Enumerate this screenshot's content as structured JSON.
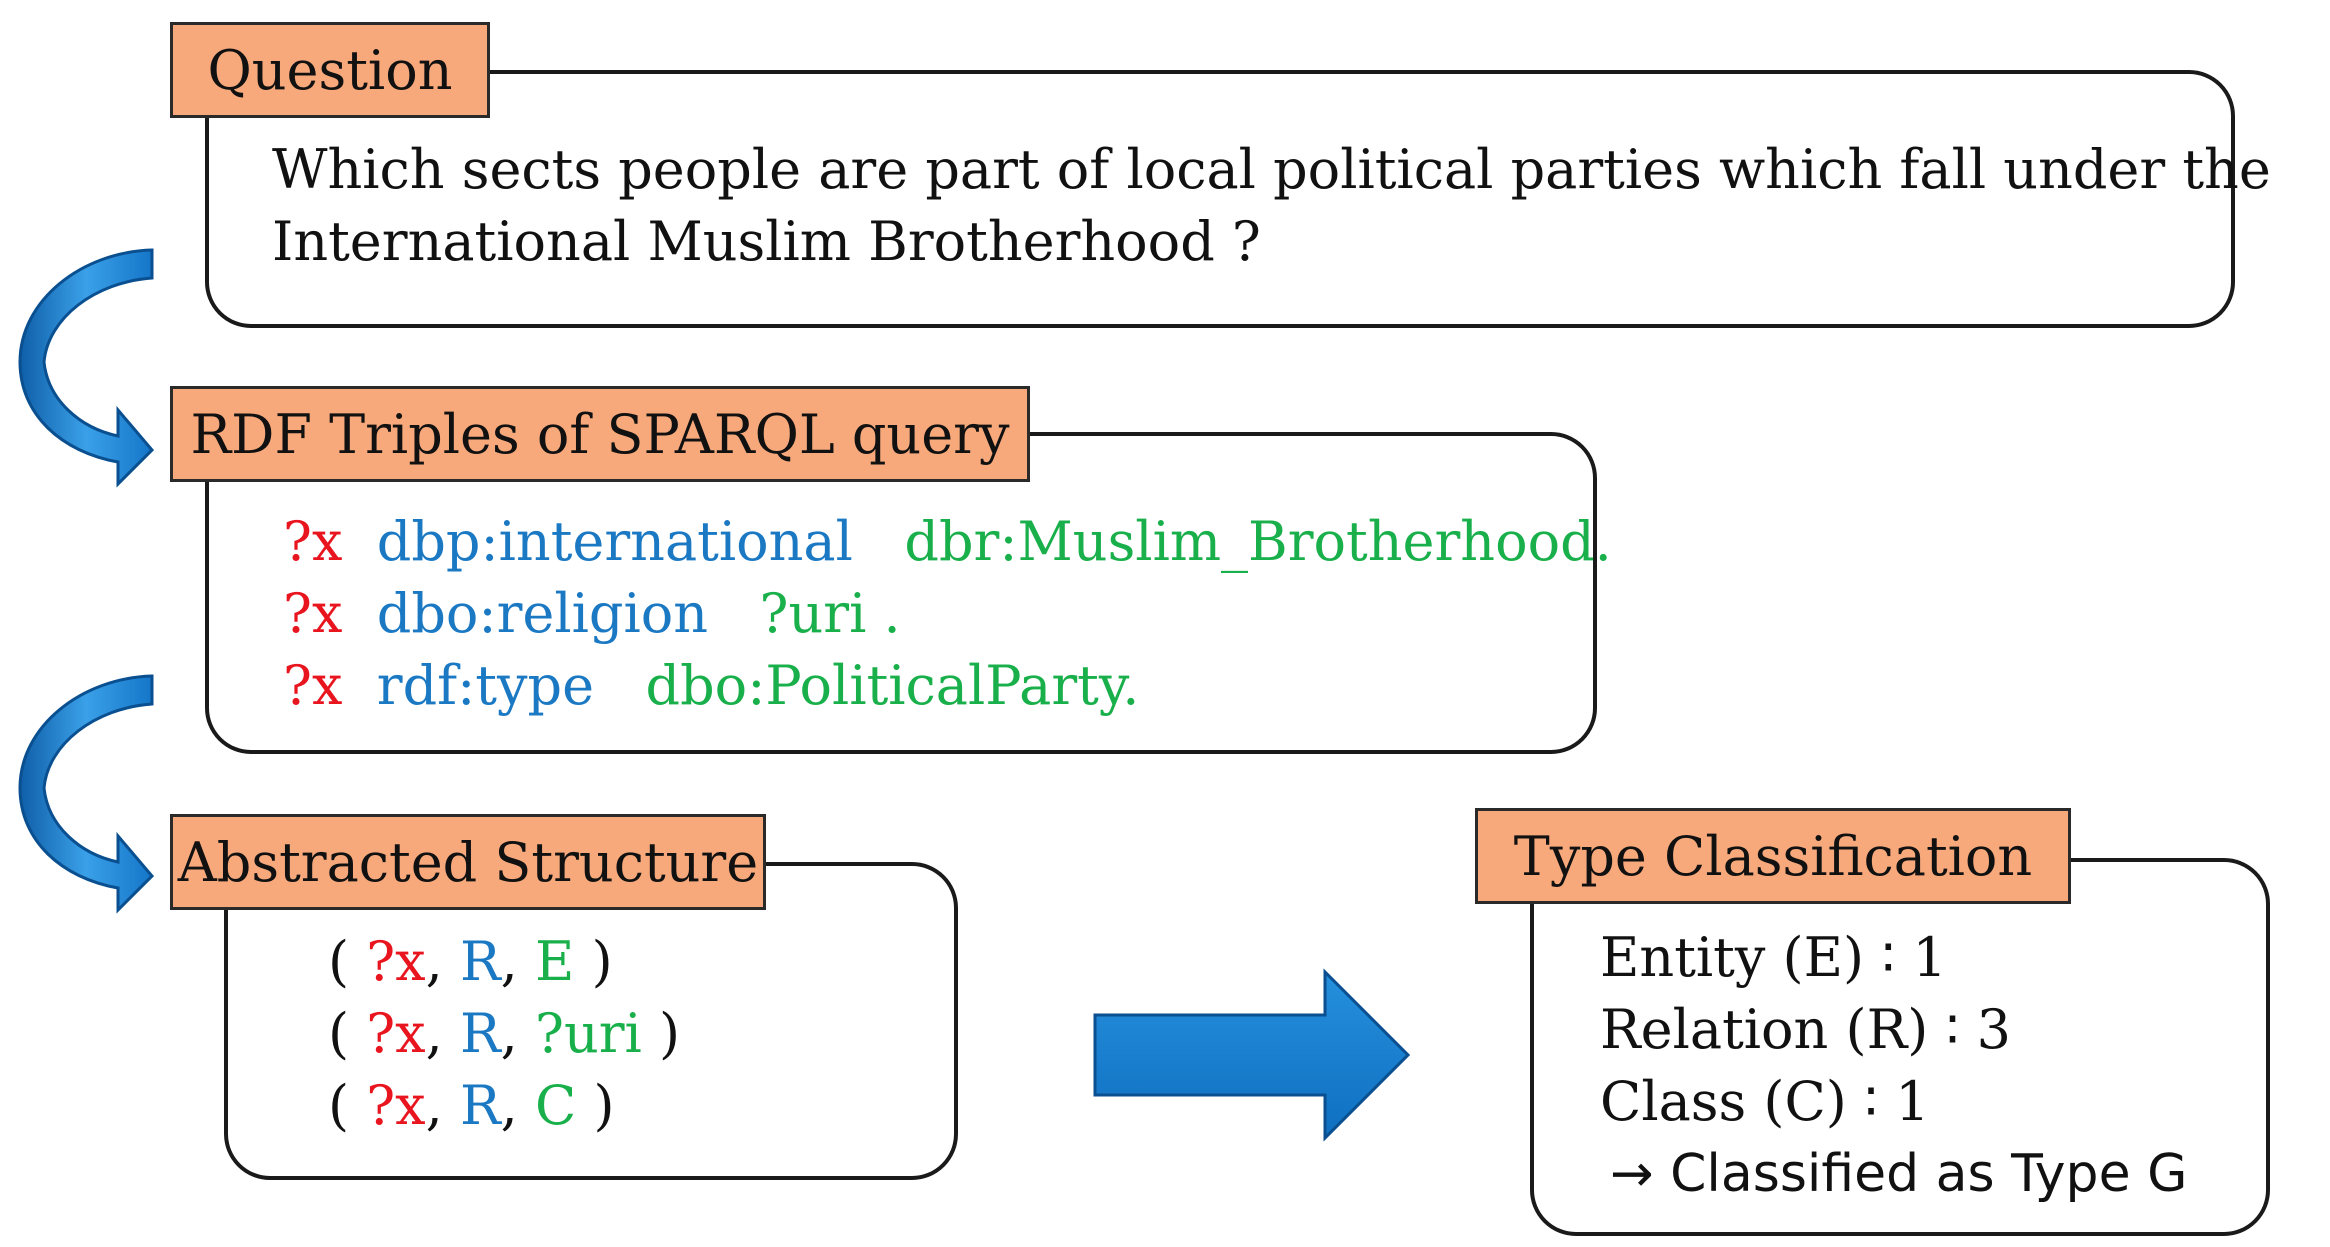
{
  "question": {
    "label": "Question",
    "lines": [
      "Which sects people are part of local political parties which fall under the",
      "International Muslim Brotherhood ?"
    ]
  },
  "rdf": {
    "label": "RDF Triples of SPARQL query",
    "triples": [
      {
        "s": "?x",
        "p": "dbp:international",
        "o": "dbr:Muslim_Brotherhood."
      },
      {
        "s": "?x",
        "p": "dbo:religion",
        "o": "?uri ."
      },
      {
        "s": "?x",
        "p": "rdf:type",
        "o": "dbo:PoliticalParty."
      }
    ]
  },
  "abstract": {
    "label": "Abstracted Structure",
    "tuples": [
      {
        "a": "?x",
        "b": "R",
        "c": "E"
      },
      {
        "a": "?x",
        "b": "R",
        "c": "?uri"
      },
      {
        "a": "?x",
        "b": "R",
        "c": "C"
      }
    ]
  },
  "classification": {
    "label": "Type Classification",
    "lines": [
      "Entity (E) ∶ 1",
      "Relation (R) ∶ 3",
      "Class (C) ∶ 1"
    ],
    "result": "→ Classified as Type G"
  },
  "colors": {
    "label_fill": "#f7a97c",
    "subject": "#e8141e",
    "predicate": "#1b79c4",
    "object": "#19b04b",
    "arrow": "#1a7fd0"
  }
}
